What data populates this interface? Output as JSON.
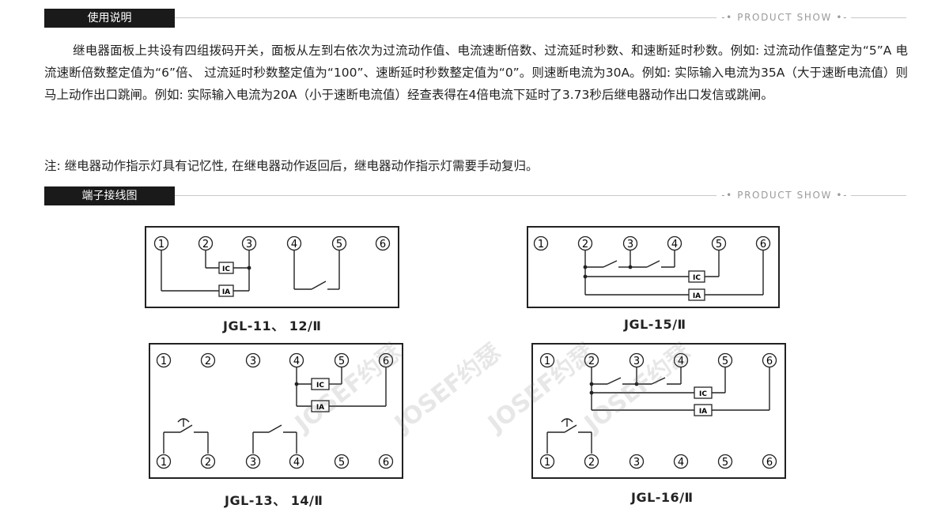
{
  "sections": [
    {
      "tag": "使用说明",
      "ps": "-• PRODUCT SHOW •-"
    },
    {
      "tag": "端子接线图",
      "ps": "-• PRODUCT SHOW •-"
    }
  ],
  "paragraphs": {
    "p1": "继电器面板上共设有四组拨码开关，面板从左到右依次为过流动作值、电流速断倍数、过流延时秒数、和速断延时秒数。例如: 过流动作值整定为“5”A 电流速断倍数整定值为“6”倍、 过流延时秒数整定值为“100”、速断延时秒数整定值为“0”。则速断电流为30A。例如: 实际输入电流为35A（大于速断电流值）则马上动作出口跳闸。例如: 实际输入电流为20A（小于速断电流值）经查表得在4倍电流下延时了3.73秒后继电器动作出口发信或跳闸。",
    "p2": "注: 继电器动作指示灯具有记忆性, 在继电器动作返回后，继电器动作指示灯需要手动复归。"
  },
  "diagrams": {
    "d1": {
      "caption": "JGL-11、 12/Ⅱ",
      "terminals": [
        "1",
        "2",
        "3",
        "4",
        "5",
        "6"
      ],
      "ic": "IC",
      "ia": "IA"
    },
    "d2": {
      "caption": "JGL-15/Ⅱ",
      "terminals": [
        "1",
        "2",
        "3",
        "4",
        "5",
        "6"
      ],
      "ic": "IC",
      "ia": "IA"
    },
    "d3": {
      "caption": "JGL-13、 14/Ⅱ",
      "terminals_top": [
        "1",
        "2",
        "3",
        "4",
        "5",
        "6"
      ],
      "terminals_bottom": [
        "1",
        "2",
        "3",
        "4",
        "5",
        "6"
      ],
      "ic": "IC",
      "ia": "IA"
    },
    "d4": {
      "caption": "JGL-16/Ⅱ",
      "terminals_top": [
        "1",
        "2",
        "3",
        "4",
        "5",
        "6"
      ],
      "terminals_bottom": [
        "1",
        "2",
        "3",
        "4",
        "5",
        "6"
      ],
      "ic": "IC",
      "ia": "IA"
    }
  },
  "watermark": "JOSEF约瑟"
}
